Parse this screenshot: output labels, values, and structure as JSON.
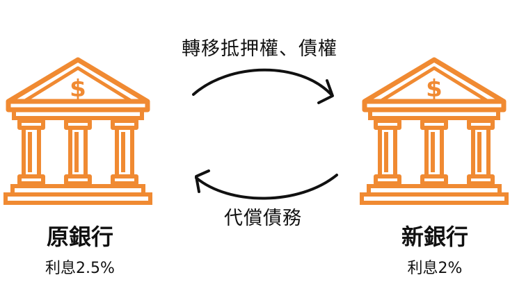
{
  "top_arrow": {
    "label": "轉移抵押權、債權"
  },
  "bottom_arrow": {
    "label": "代償債務"
  },
  "banks": [
    {
      "name": "原銀行",
      "rate": "利息2.5%",
      "symbol": "$"
    },
    {
      "name": "新銀行",
      "rate": "利息2%",
      "symbol": "$"
    }
  ],
  "colors": {
    "icon": "#f08a32",
    "arrow": "#111111"
  }
}
